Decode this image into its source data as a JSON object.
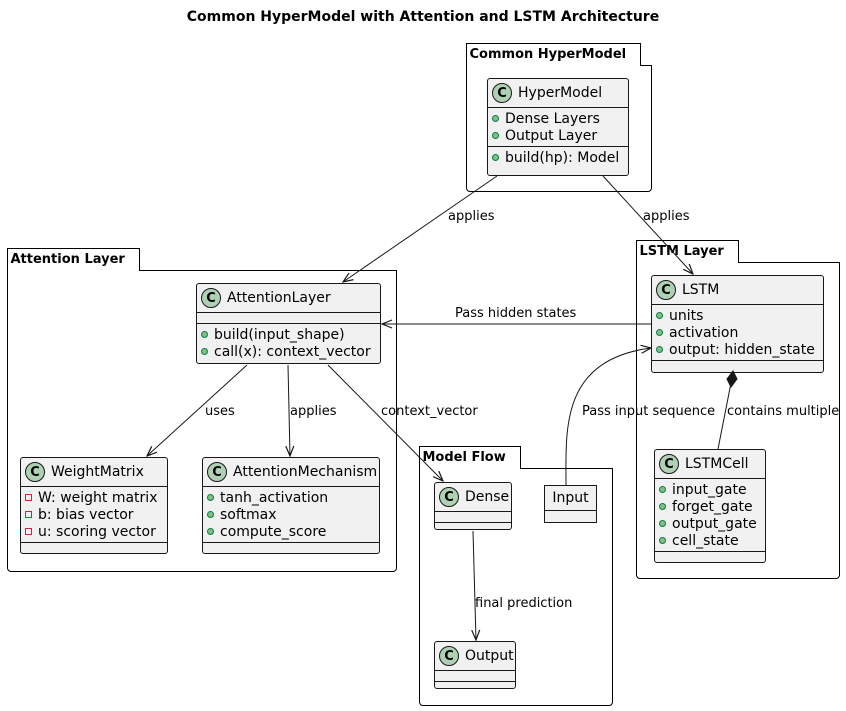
{
  "title": "Common HyperModel with Attention and LSTM Architecture",
  "packages": {
    "common": "Common HyperModel",
    "attention": "Attention Layer",
    "lstm": "LSTM Layer",
    "flow": "Model Flow"
  },
  "classes": {
    "hypermodel": {
      "badge": "C",
      "name": "HyperModel",
      "fields": [
        "Dense Layers",
        "Output Layer"
      ],
      "methods": [
        "build(hp): Model"
      ]
    },
    "attentionlayer": {
      "badge": "C",
      "name": "AttentionLayer",
      "fields": [],
      "methods": [
        "build(input_shape)",
        "call(x): context_vector"
      ]
    },
    "weightmatrix": {
      "badge": "C",
      "name": "WeightMatrix",
      "fields": [
        "W: weight matrix",
        "b: bias vector",
        "u: scoring vector"
      ],
      "methods": []
    },
    "attentionmechanism": {
      "badge": "C",
      "name": "AttentionMechanism",
      "fields": [
        "tanh_activation",
        "softmax",
        "compute_score"
      ],
      "methods": []
    },
    "lstm": {
      "badge": "C",
      "name": "LSTM",
      "fields": [
        "units",
        "activation",
        "output: hidden_state"
      ],
      "methods": []
    },
    "lstmcell": {
      "badge": "C",
      "name": "LSTMCell",
      "fields": [
        "input_gate",
        "forget_gate",
        "output_gate",
        "cell_state"
      ],
      "methods": []
    },
    "dense": {
      "badge": "C",
      "name": "Dense",
      "fields": [],
      "methods": []
    },
    "output": {
      "badge": "C",
      "name": "Output",
      "fields": [],
      "methods": []
    }
  },
  "objects": {
    "input": "Input"
  },
  "edges": {
    "applies_attention": "applies",
    "applies_lstm": "applies",
    "pass_hidden": "Pass hidden states",
    "uses": "uses",
    "applies_mechanism": "applies",
    "context_vector": "context_vector",
    "pass_input": "Pass input sequence",
    "contains": "contains multiple",
    "final_prediction": "final prediction"
  }
}
